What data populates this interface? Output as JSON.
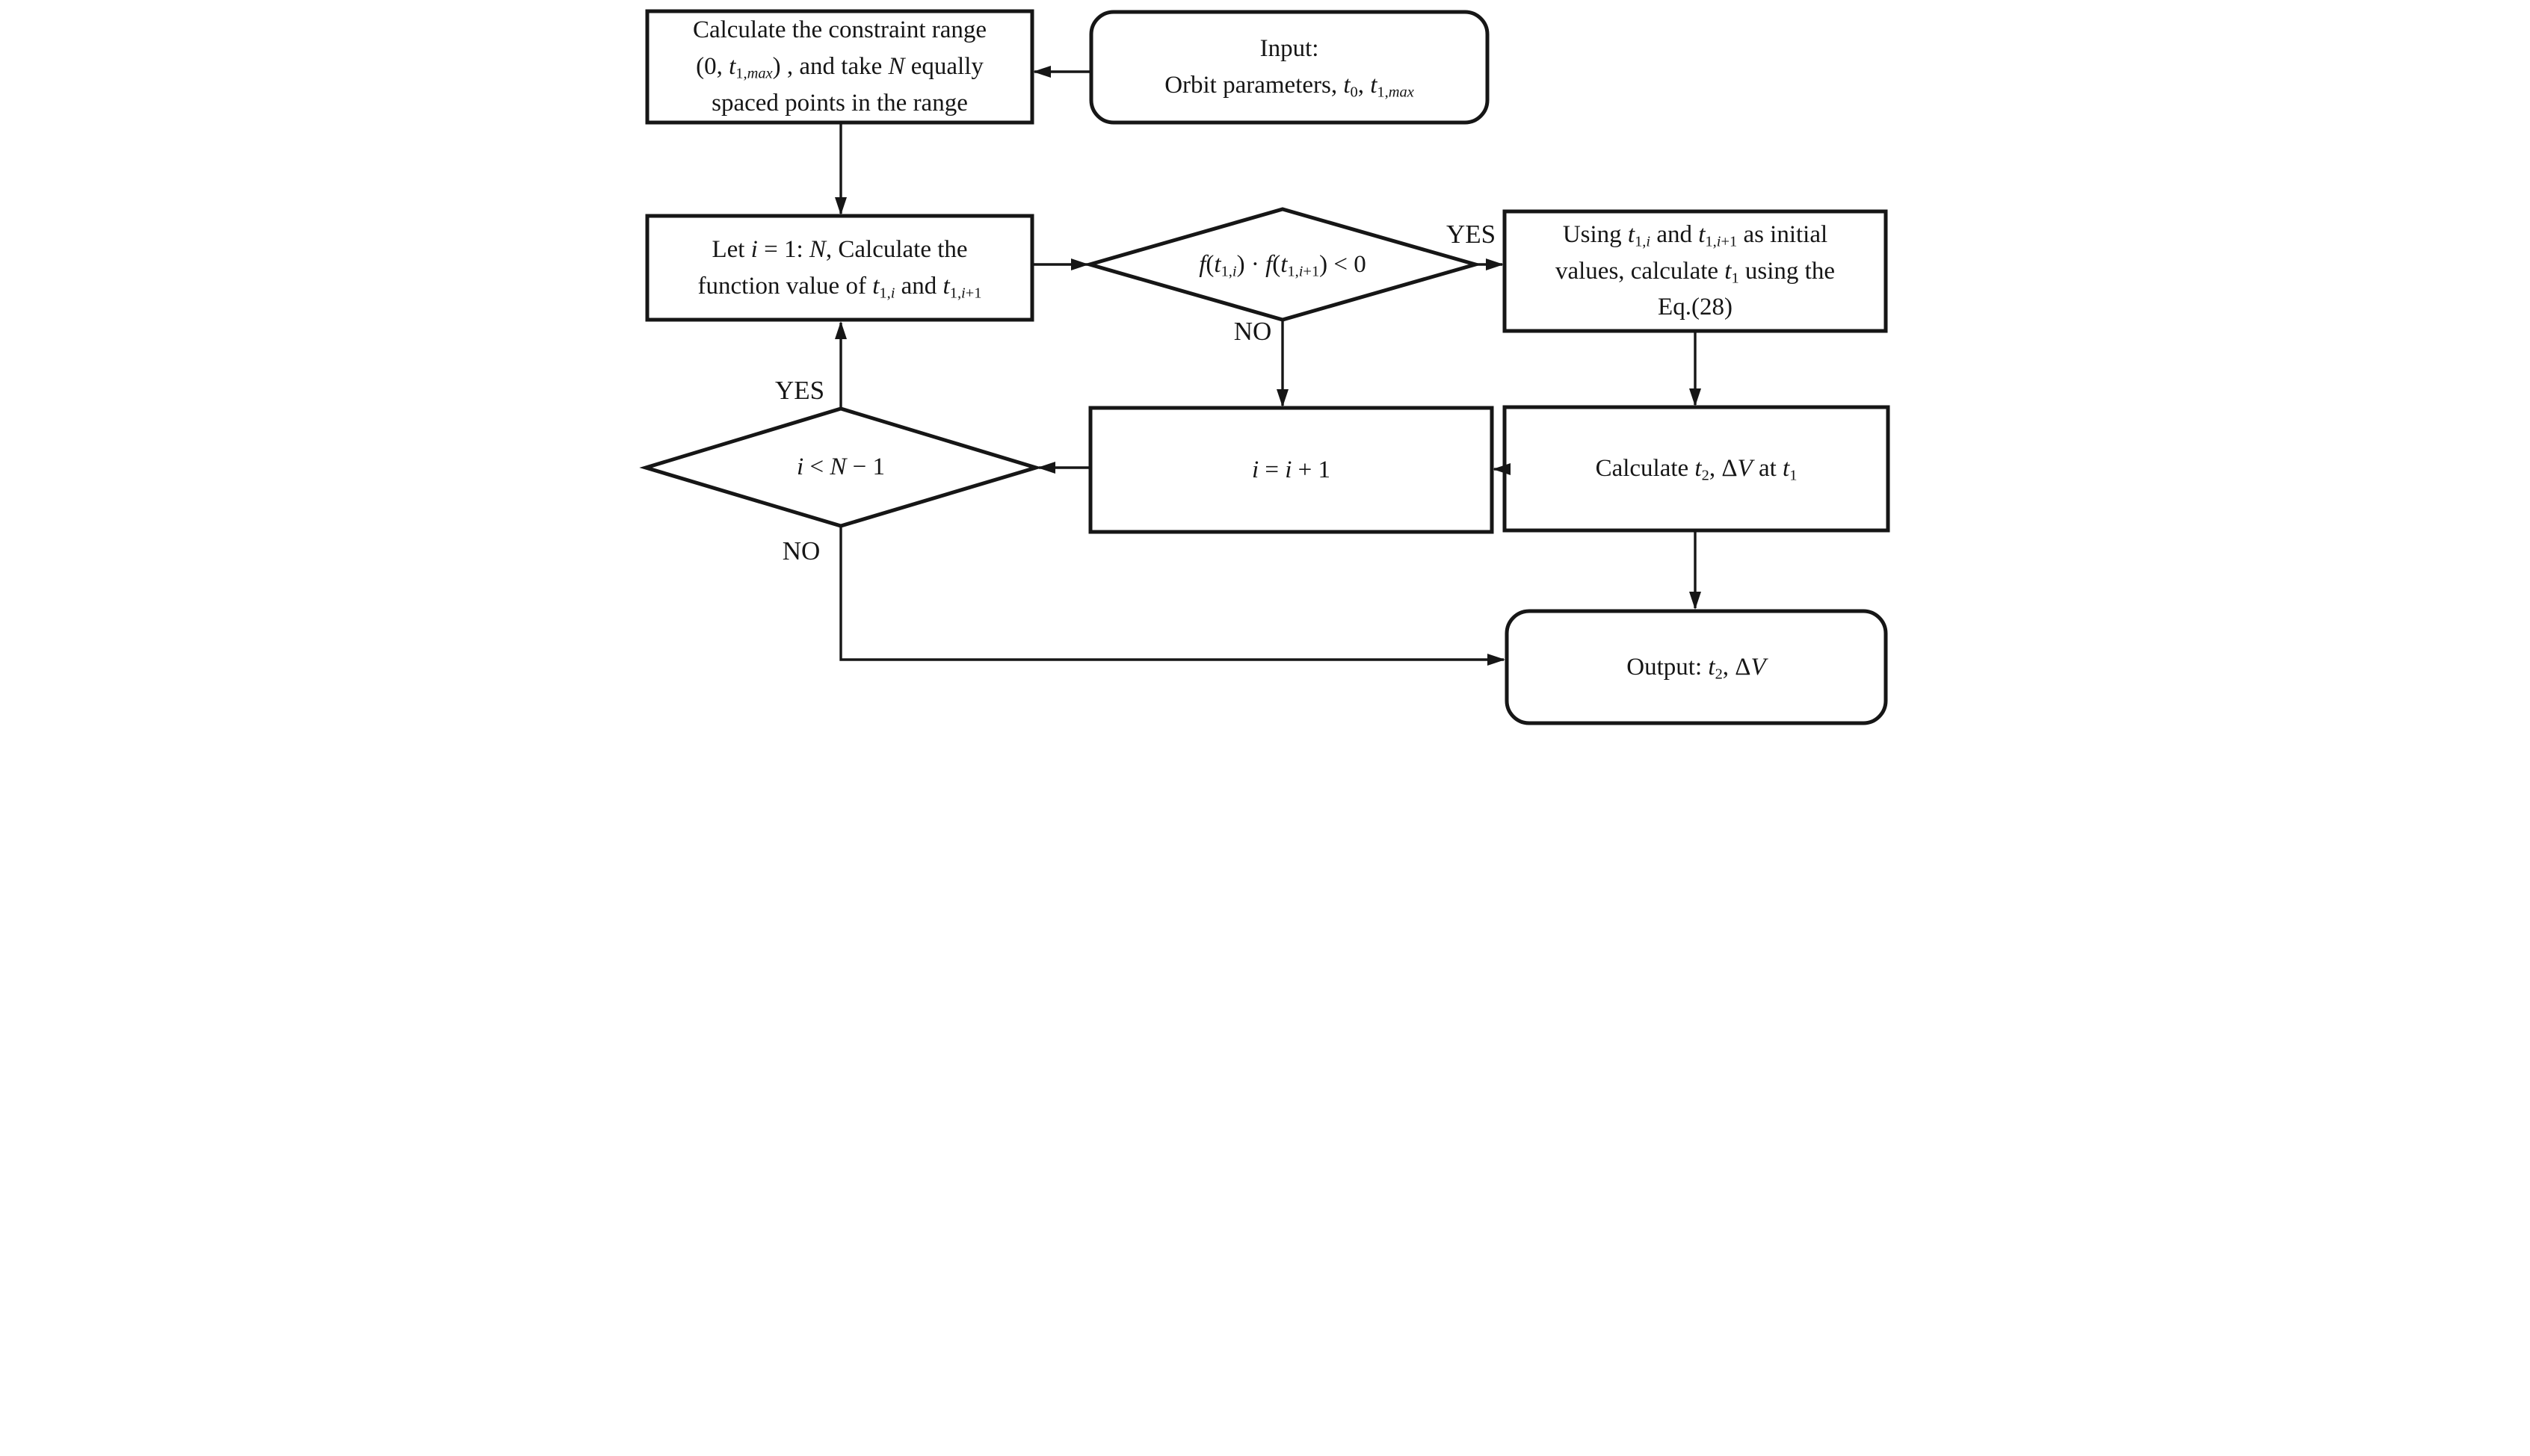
{
  "colors": {
    "ink": "#161616",
    "background": "#ffffff"
  },
  "diagram_type": "flowchart",
  "nodes": {
    "calc_range": {
      "shape": "process",
      "label": [
        [
          {
            "t": "Calculate the constraint range"
          }
        ],
        [
          {
            "t": "(0, "
          },
          {
            "t": "t",
            "i": true
          },
          {
            "t": "1,",
            "s": true
          },
          {
            "t": "max",
            "s": true,
            "i": true
          },
          {
            "t": ") , and take "
          },
          {
            "t": "N",
            "i": true
          },
          {
            "t": " equally"
          }
        ],
        [
          {
            "t": "spaced points in the range"
          }
        ]
      ]
    },
    "input": {
      "shape": "terminator",
      "label": [
        [
          {
            "t": "Input:"
          }
        ],
        [
          {
            "t": "Orbit parameters, "
          },
          {
            "t": "t",
            "i": true
          },
          {
            "t": "0",
            "s": true
          },
          {
            "t": ",  "
          },
          {
            "t": "t",
            "i": true
          },
          {
            "t": "1,",
            "s": true
          },
          {
            "t": "max",
            "s": true,
            "i": true
          }
        ]
      ]
    },
    "let_loop": {
      "shape": "process",
      "label": [
        [
          {
            "t": "Let "
          },
          {
            "t": "i",
            "i": true
          },
          {
            "t": " = 1: "
          },
          {
            "t": "N",
            "i": true
          },
          {
            "t": ", Calculate the"
          }
        ],
        [
          {
            "t": "function value of "
          },
          {
            "t": "t",
            "i": true
          },
          {
            "t": "1,",
            "s": true
          },
          {
            "t": "i",
            "s": true,
            "i": true
          },
          {
            "t": " and "
          },
          {
            "t": "t",
            "i": true
          },
          {
            "t": "1,",
            "s": true
          },
          {
            "t": "i",
            "s": true,
            "i": true
          },
          {
            "t": "+1",
            "s": true
          }
        ]
      ]
    },
    "cond_sign_change": {
      "shape": "decision",
      "label": [
        [
          {
            "t": "f",
            "i": true
          },
          {
            "t": "("
          },
          {
            "t": "t",
            "i": true
          },
          {
            "t": "1,",
            "s": true
          },
          {
            "t": "i",
            "s": true,
            "i": true
          },
          {
            "t": ") · "
          },
          {
            "t": "f",
            "i": true
          },
          {
            "t": "("
          },
          {
            "t": "t",
            "i": true
          },
          {
            "t": "1,",
            "s": true
          },
          {
            "t": "i",
            "s": true,
            "i": true
          },
          {
            "t": "+1",
            "s": true
          },
          {
            "t": ") < 0"
          }
        ]
      ]
    },
    "use_initial": {
      "shape": "process",
      "label": [
        [
          {
            "t": "Using "
          },
          {
            "t": "t",
            "i": true
          },
          {
            "t": "1,",
            "s": true
          },
          {
            "t": "i",
            "s": true,
            "i": true
          },
          {
            "t": " and "
          },
          {
            "t": "t",
            "i": true
          },
          {
            "t": "1,",
            "s": true
          },
          {
            "t": "i",
            "s": true,
            "i": true
          },
          {
            "t": "+1",
            "s": true
          },
          {
            "t": " as initial"
          }
        ],
        [
          {
            "t": "values, calculate "
          },
          {
            "t": "t",
            "i": true
          },
          {
            "t": "1",
            "s": true
          },
          {
            "t": "  using the"
          }
        ],
        [
          {
            "t": "Eq.(28)"
          }
        ]
      ]
    },
    "increment": {
      "shape": "process",
      "label": [
        [
          {
            "t": "i",
            "i": true
          },
          {
            "t": " = "
          },
          {
            "t": "i",
            "i": true
          },
          {
            "t": " + 1"
          }
        ]
      ]
    },
    "calc_t2": {
      "shape": "process",
      "label": [
        [
          {
            "t": "Calculate "
          },
          {
            "t": "t",
            "i": true
          },
          {
            "t": "2",
            "s": true
          },
          {
            "t": ",  Δ"
          },
          {
            "t": "V",
            "i": true
          },
          {
            "t": " at "
          },
          {
            "t": "t",
            "i": true
          },
          {
            "t": "1",
            "s": true
          }
        ]
      ]
    },
    "cond_more_points": {
      "shape": "decision",
      "label": [
        [
          {
            "t": "i",
            "i": true
          },
          {
            "t": " < "
          },
          {
            "t": "N",
            "i": true
          },
          {
            "t": " − 1"
          }
        ]
      ]
    },
    "output": {
      "shape": "terminator",
      "label": [
        [
          {
            "t": "Output:  "
          },
          {
            "t": "t",
            "i": true
          },
          {
            "t": "2",
            "s": true
          },
          {
            "t": ", Δ"
          },
          {
            "t": "V",
            "i": true
          }
        ]
      ]
    }
  },
  "edge_labels": {
    "yes_sign_change": "YES",
    "no_sign_change": "NO",
    "yes_more_points": "YES",
    "no_more_points": "NO"
  }
}
